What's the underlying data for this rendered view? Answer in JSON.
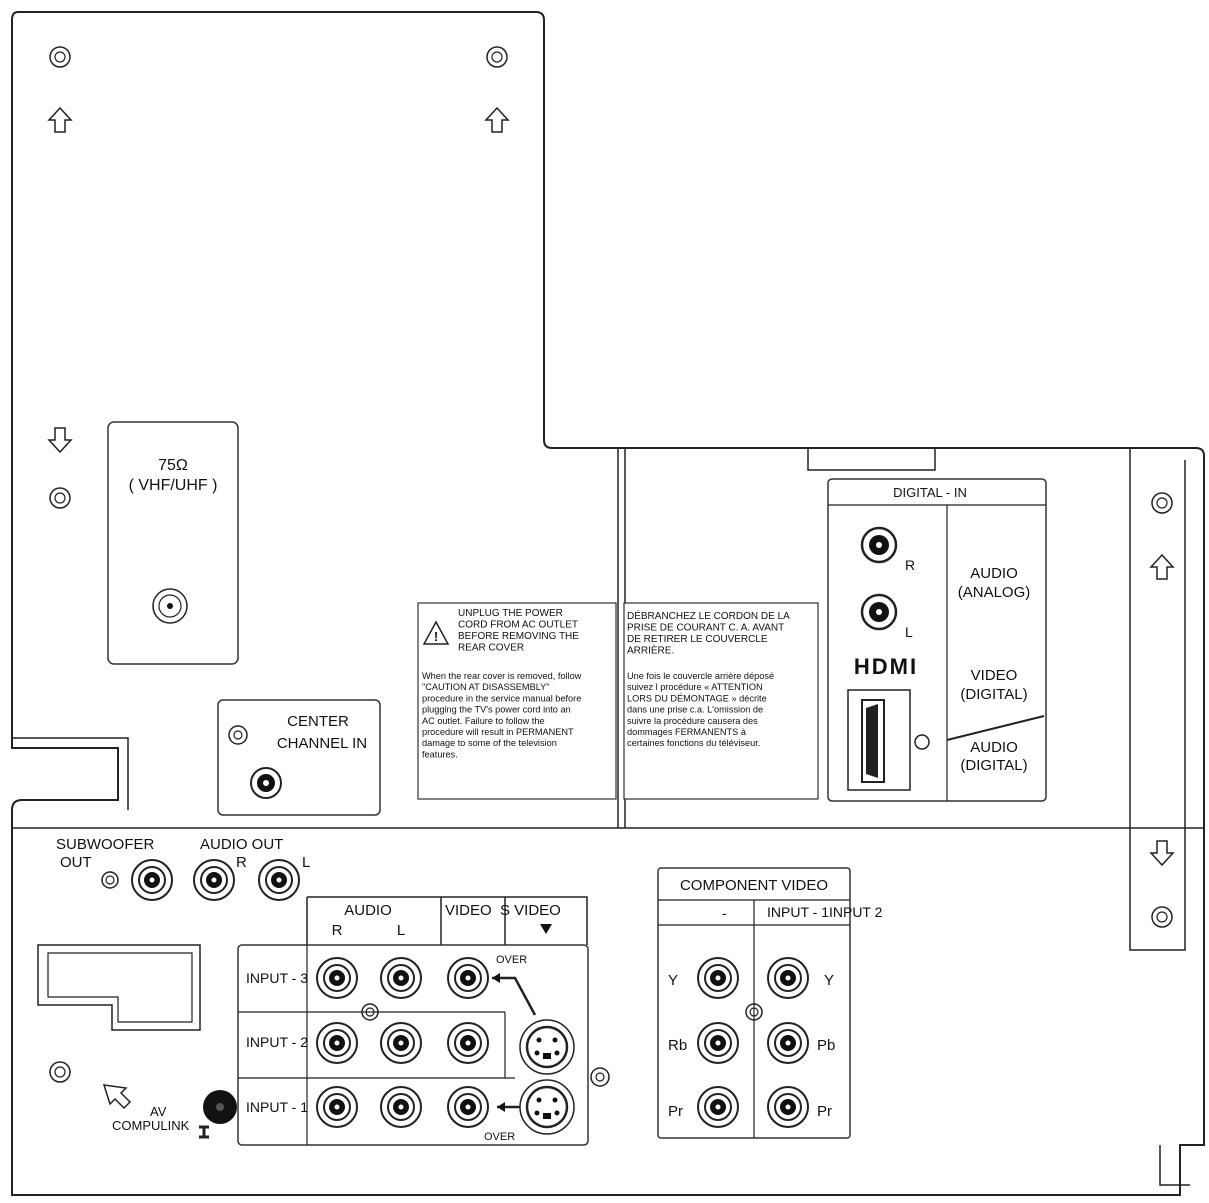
{
  "antenna": {
    "line1": "75Ω",
    "line2": "( VHF/UHF )"
  },
  "center_channel": {
    "line1": "CENTER",
    "line2": "CHANNEL IN"
  },
  "warning_en": {
    "heading": [
      "UNPLUG THE POWER",
      "CORD FROM AC OUTLET",
      "BEFORE REMOVING THE",
      "REAR COVER"
    ],
    "body": [
      "When the rear cover is removed, follow",
      "\"CAUTION AT DISASSEMBLY\"",
      "procedure in the service manual before",
      "plugging the TV's power cord into an",
      "AC outlet.  Failure to follow the",
      "procedure will result in PERMANENT",
      "damage to some of the television",
      "features."
    ]
  },
  "warning_fr": {
    "heading": [
      "DÉBRANCHEZ LE CORDON DE LA",
      "PRISE DE COURANT C. A. AVANT",
      "DE RETIRER LE COUVERCLE",
      "ARRIÈRE."
    ],
    "body": [
      "Une fois le couvercle arrière déposé",
      "suivez l procédure « ATTENTION",
      "LORS DU DÉMONTAGE » décrite",
      "dans une prise c.a. L'omission de",
      "suivre la procédure causera des",
      "dommages FERMANENTS à",
      "certaines fonctions du téléviseur."
    ]
  },
  "digital_in": {
    "title": "DIGITAL - IN",
    "r": "R",
    "l": "L",
    "hdmi": "HDMI",
    "audio_analog": [
      "AUDIO",
      "(ANALOG)"
    ],
    "video_digital": [
      "VIDEO",
      "(DIGITAL)"
    ],
    "audio_digital": [
      "AUDIO",
      "(DIGITAL)"
    ]
  },
  "outputs": {
    "subwoofer": [
      "SUBWOOFER",
      "OUT"
    ],
    "audio_out": "AUDIO  OUT",
    "r": "R",
    "l": "L"
  },
  "inputs": {
    "audio": "AUDIO",
    "r": "R",
    "l": "L",
    "video": "VIDEO",
    "s_video": "S  VIDEO",
    "input3": "INPUT - 3",
    "input2": "INPUT - 2",
    "input1": "INPUT - 1",
    "over_top": "OVER",
    "over_bottom": "OVER"
  },
  "av_compulink": [
    "AV",
    "COMPULINK"
  ],
  "component": {
    "title": "COMPONENT  VIDEO",
    "dash": "-",
    "inputs": "INPUT - 1INPUT   2",
    "y": "Y",
    "pb": "Pb",
    "pr": "Pr",
    "rb": "Rb"
  }
}
